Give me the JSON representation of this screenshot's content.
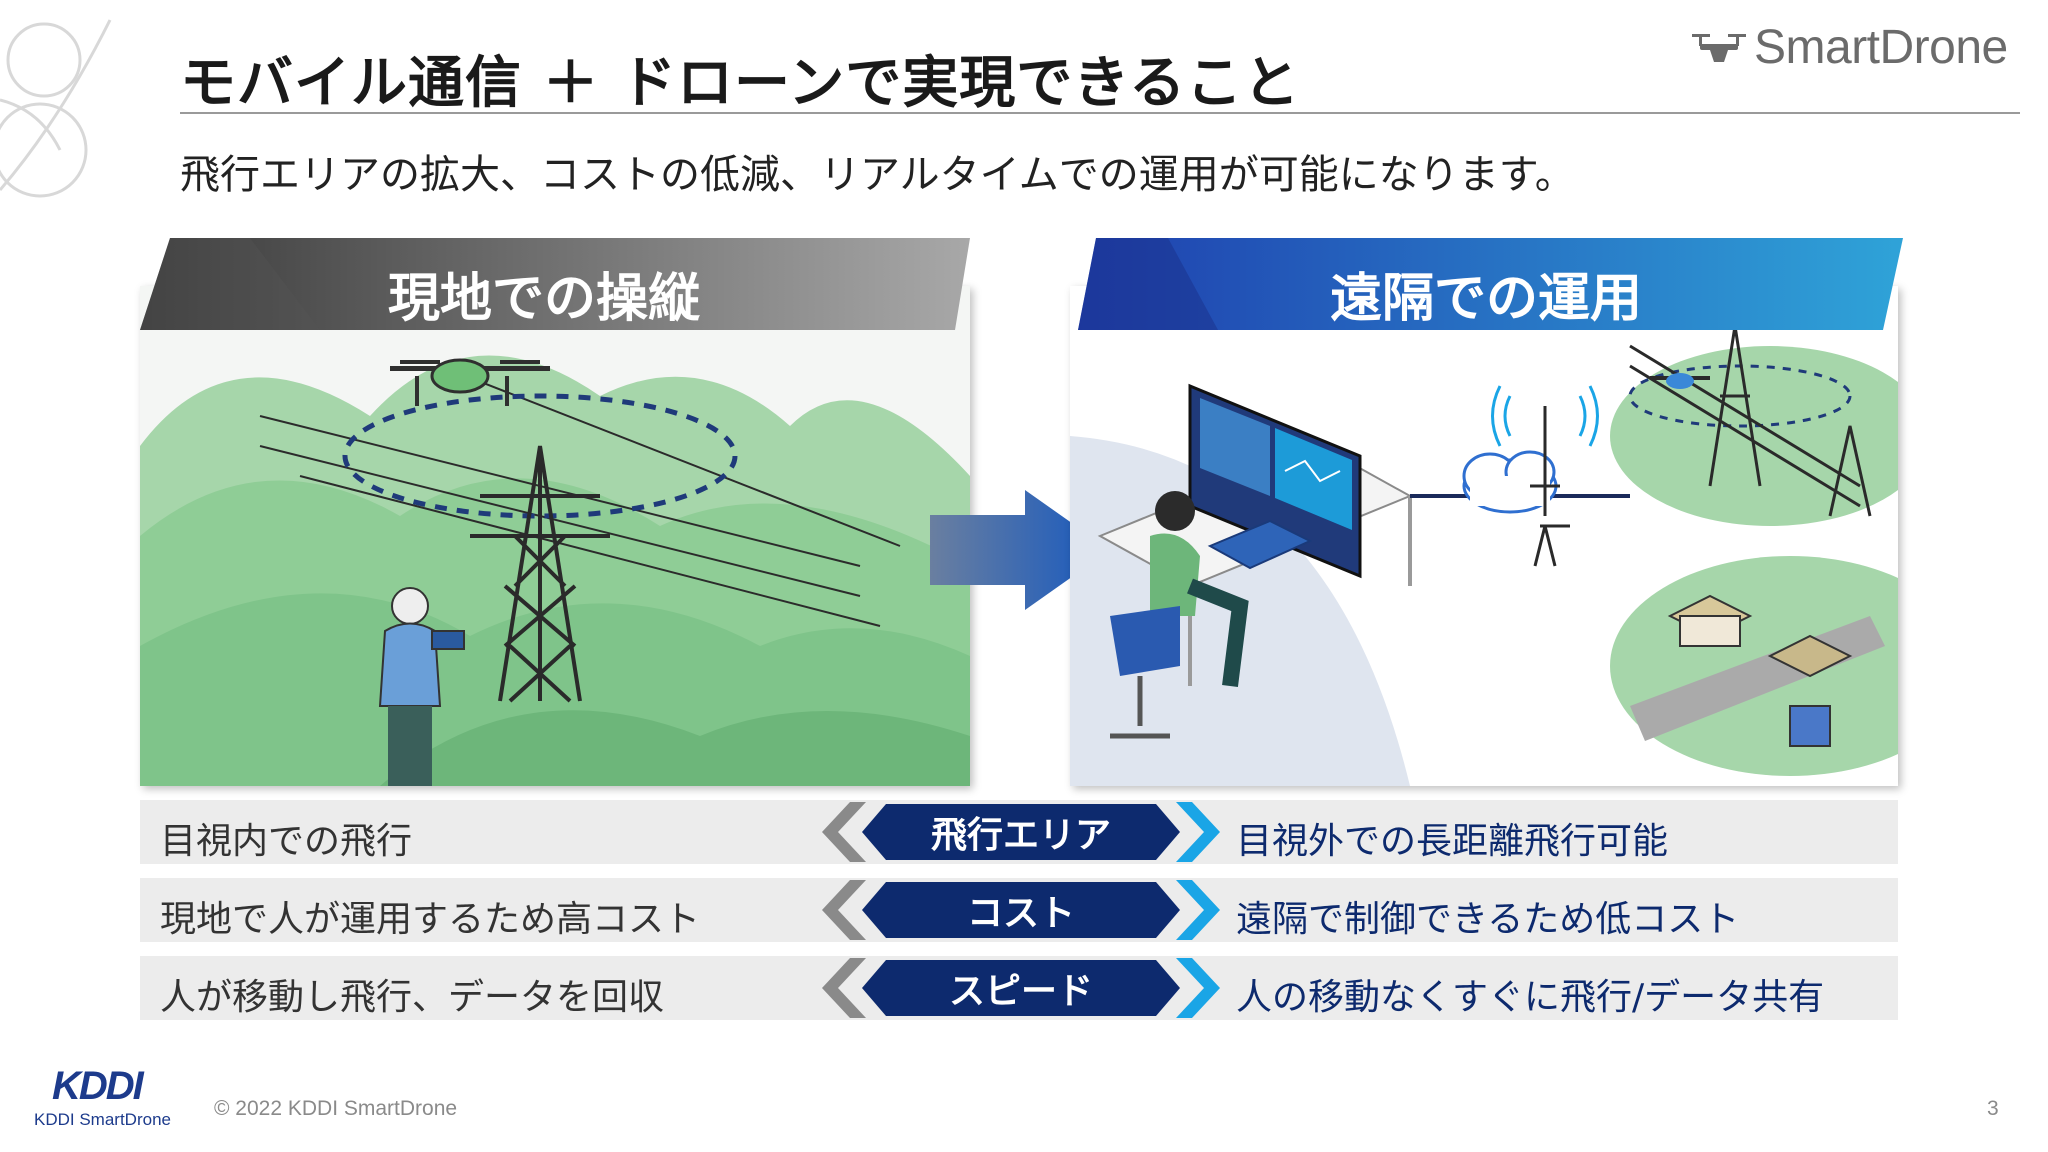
{
  "slide": {
    "title": "モバイル通信 ＋ ドローンで実現できること",
    "subtitle": "飛行エリアの拡大、コストの低減、リアルタイムでの運用が可能になります。",
    "brand": "SmartDrone",
    "page_number": "3"
  },
  "panels": {
    "left_banner": "現地での操縦",
    "right_banner": "遠隔での運用"
  },
  "comparison": {
    "rows": [
      {
        "left": "目視内での飛行",
        "label": "飛行エリア",
        "right": "目視外での長距離飛行可能"
      },
      {
        "left": "現地で人が運用するため高コスト",
        "label": "コスト",
        "right": "遠隔で制御できるため低コスト"
      },
      {
        "left": "人が移動し飛行、データを回収",
        "label": "スピード",
        "right": "人の移動なくすぐに飛行/データ共有"
      }
    ]
  },
  "footer": {
    "copyright": "© 2022 KDDI SmartDrone",
    "logo_main": "KDDI",
    "logo_sub": "KDDI SmartDrone"
  },
  "colors": {
    "left_banner_gradient": [
      "#3a3a3a",
      "#a8a8a8"
    ],
    "right_banner_gradient": [
      "#1f3fae",
      "#2fa3d8"
    ],
    "label_navy": "#0d2a6e",
    "chevron_left": "#8a8a8a",
    "chevron_right": "#1aa5e6",
    "hill_green": "#7fc48a"
  },
  "icons": [
    "drone-logo-icon",
    "drone-icon",
    "transmission-tower-icon",
    "operator-icon",
    "arrow-right-icon",
    "computer-monitor-icon",
    "cloud-icon",
    "signal-tower-icon",
    "house-icon",
    "chevron-left-icon",
    "chevron-right-icon"
  ]
}
